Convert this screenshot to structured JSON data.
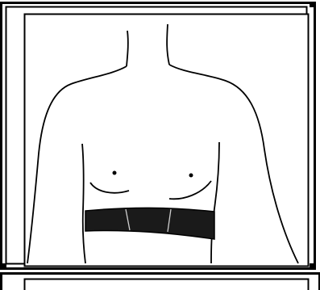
{
  "figure": {
    "subject": "chest-strap-placement-illustration",
    "colors": {
      "background": "#ffffff",
      "frame": "#000000",
      "outline": "#000000",
      "strap": "#1a1a1a",
      "strap_seam": "#cfcfcf"
    },
    "panels": [
      {
        "name": "top-panel-body-with-strap"
      },
      {
        "name": "bottom-panel-partial"
      }
    ]
  }
}
